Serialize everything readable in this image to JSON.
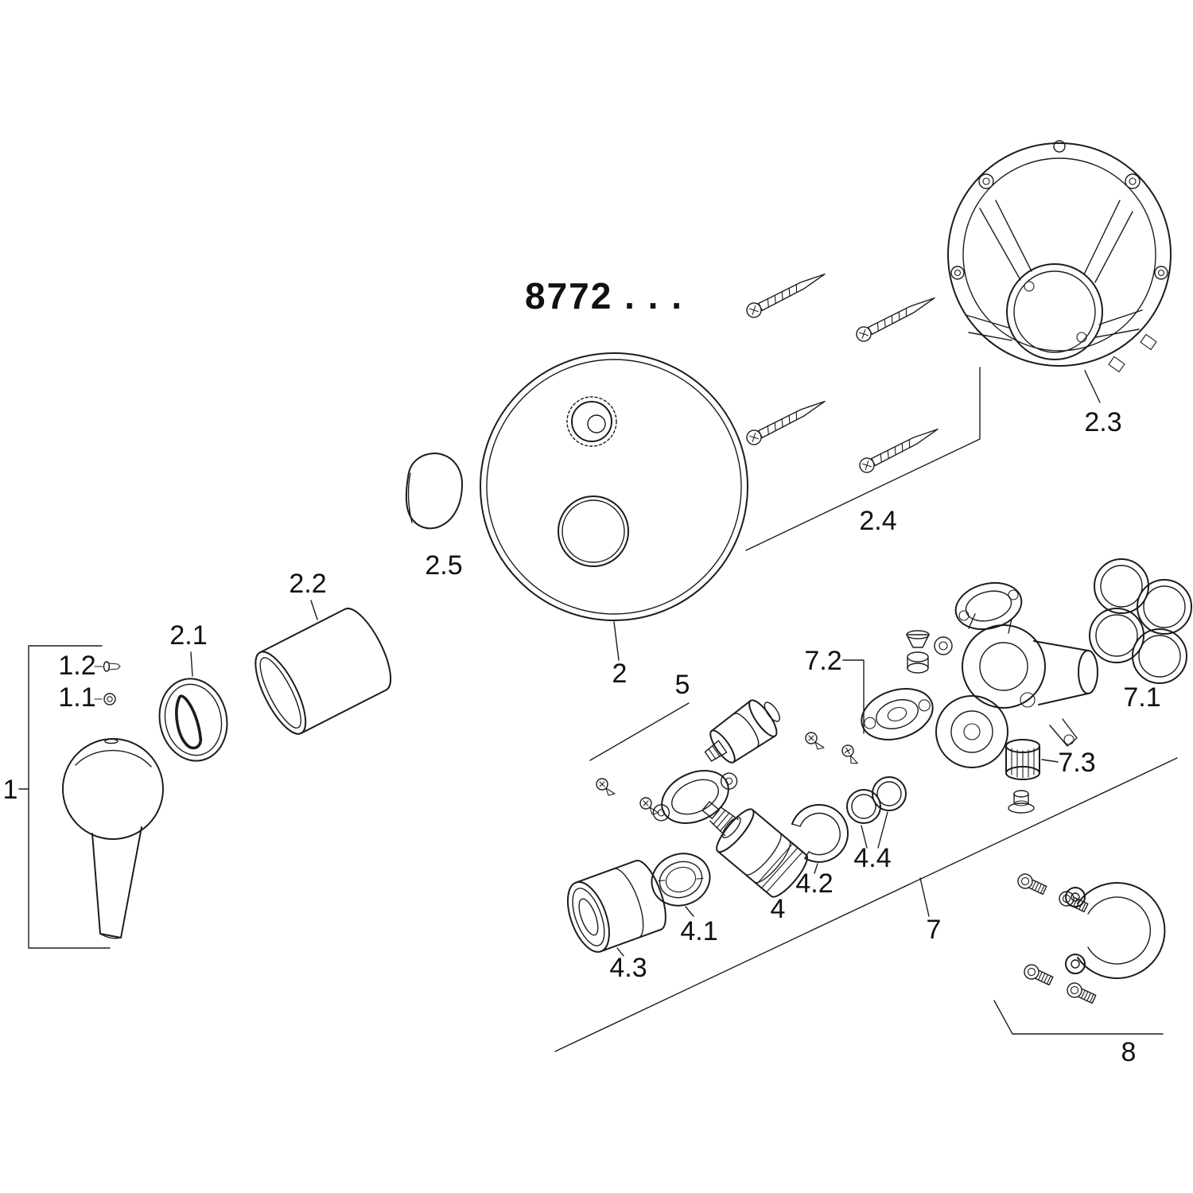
{
  "diagram": {
    "title": "8772 . . .",
    "type": "exploded-parts-diagram",
    "labels": {
      "p1": "1",
      "p1_1": "1.1",
      "p1_2": "1.2",
      "p2": "2",
      "p2_1": "2.1",
      "p2_2": "2.2",
      "p2_3": "2.3",
      "p2_4": "2.4",
      "p2_5": "2.5",
      "p4": "4",
      "p4_1": "4.1",
      "p4_2": "4.2",
      "p4_3": "4.3",
      "p4_4": "4.4",
      "p5": "5",
      "p7": "7",
      "p7_1": "7.1",
      "p7_2": "7.2",
      "p7_3": "7.3",
      "p8": "8"
    },
    "line_color": "#1c1c1c",
    "background_color": "#ffffff"
  }
}
